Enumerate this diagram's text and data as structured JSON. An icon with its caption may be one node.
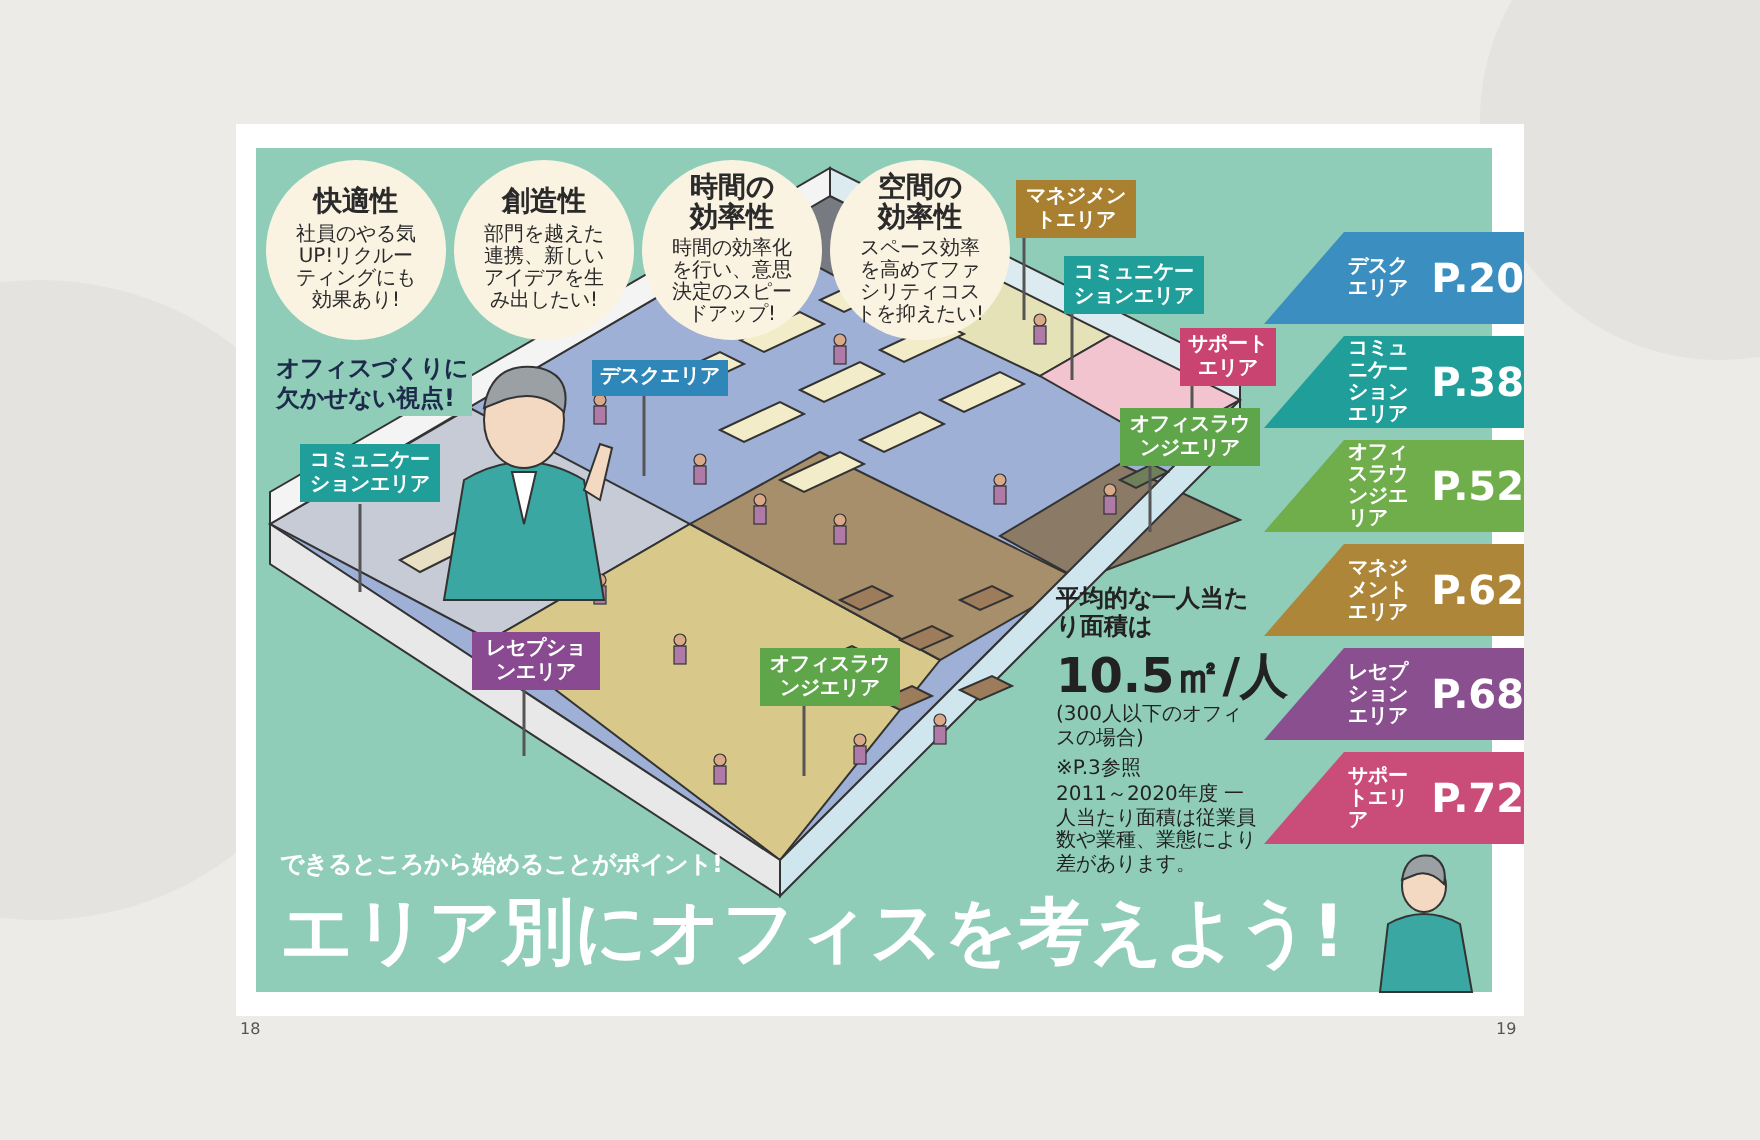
{
  "diagram": {
    "title": "エリア別にオフィスを考えよう!",
    "nodes": [
      {
        "text": [
          "快適性",
          "社員のやる気UP!リクルーティングにも効果あり!"
        ]
      },
      {
        "text": [
          "創造性",
          "部門を越えた連携、新しいアイデアを生み出したい!"
        ]
      },
      {
        "text": [
          "時間の効率性",
          "時間の効率化を行い、意思決定のスピードアップ!"
        ]
      },
      {
        "text": [
          "空間の効率性",
          "スペース効率を高めてファシリティコストを抑えたい!"
        ]
      },
      {
        "text": [
          "デスクエリア"
        ]
      },
      {
        "text": [
          "コミュニケーションエリア"
        ]
      },
      {
        "text": [
          "レセプションエリア"
        ]
      },
      {
        "text": [
          "オフィスラウンジエリア"
        ]
      },
      {
        "text": [
          "マネジメントエリア"
        ]
      },
      {
        "text": [
          "コミュニケーションエリア"
        ]
      },
      {
        "text": [
          "サポートエリア"
        ]
      },
      {
        "text": [
          "オフィスラウンジエリア"
        ]
      },
      {
        "text": [
          "デスクエリア",
          "P.20"
        ]
      },
      {
        "text": [
          "コミュニケーションエリア",
          "P.38"
        ]
      },
      {
        "text": [
          "オフィスラウンジエリア",
          "P.52"
        ]
      },
      {
        "text": [
          "マネジメントエリア",
          "P.62"
        ]
      },
      {
        "text": [
          "レセプションエリア",
          "P.68"
        ]
      },
      {
        "text": [
          "サポートエリア",
          "P.72"
        ]
      }
    ],
    "labels": [
      "オフィスづくりに欠かせない視点!",
      "平均的な一人当たり面積は",
      "10.5㎡/人",
      "(300人以下のオフィスの場合)",
      "※P.3参照",
      "2011～2020年度 一人当たり面積は従業員数や業種、業態により差があります。",
      "できるところから始めることがポイント!",
      "18",
      "19"
    ]
  }
}
